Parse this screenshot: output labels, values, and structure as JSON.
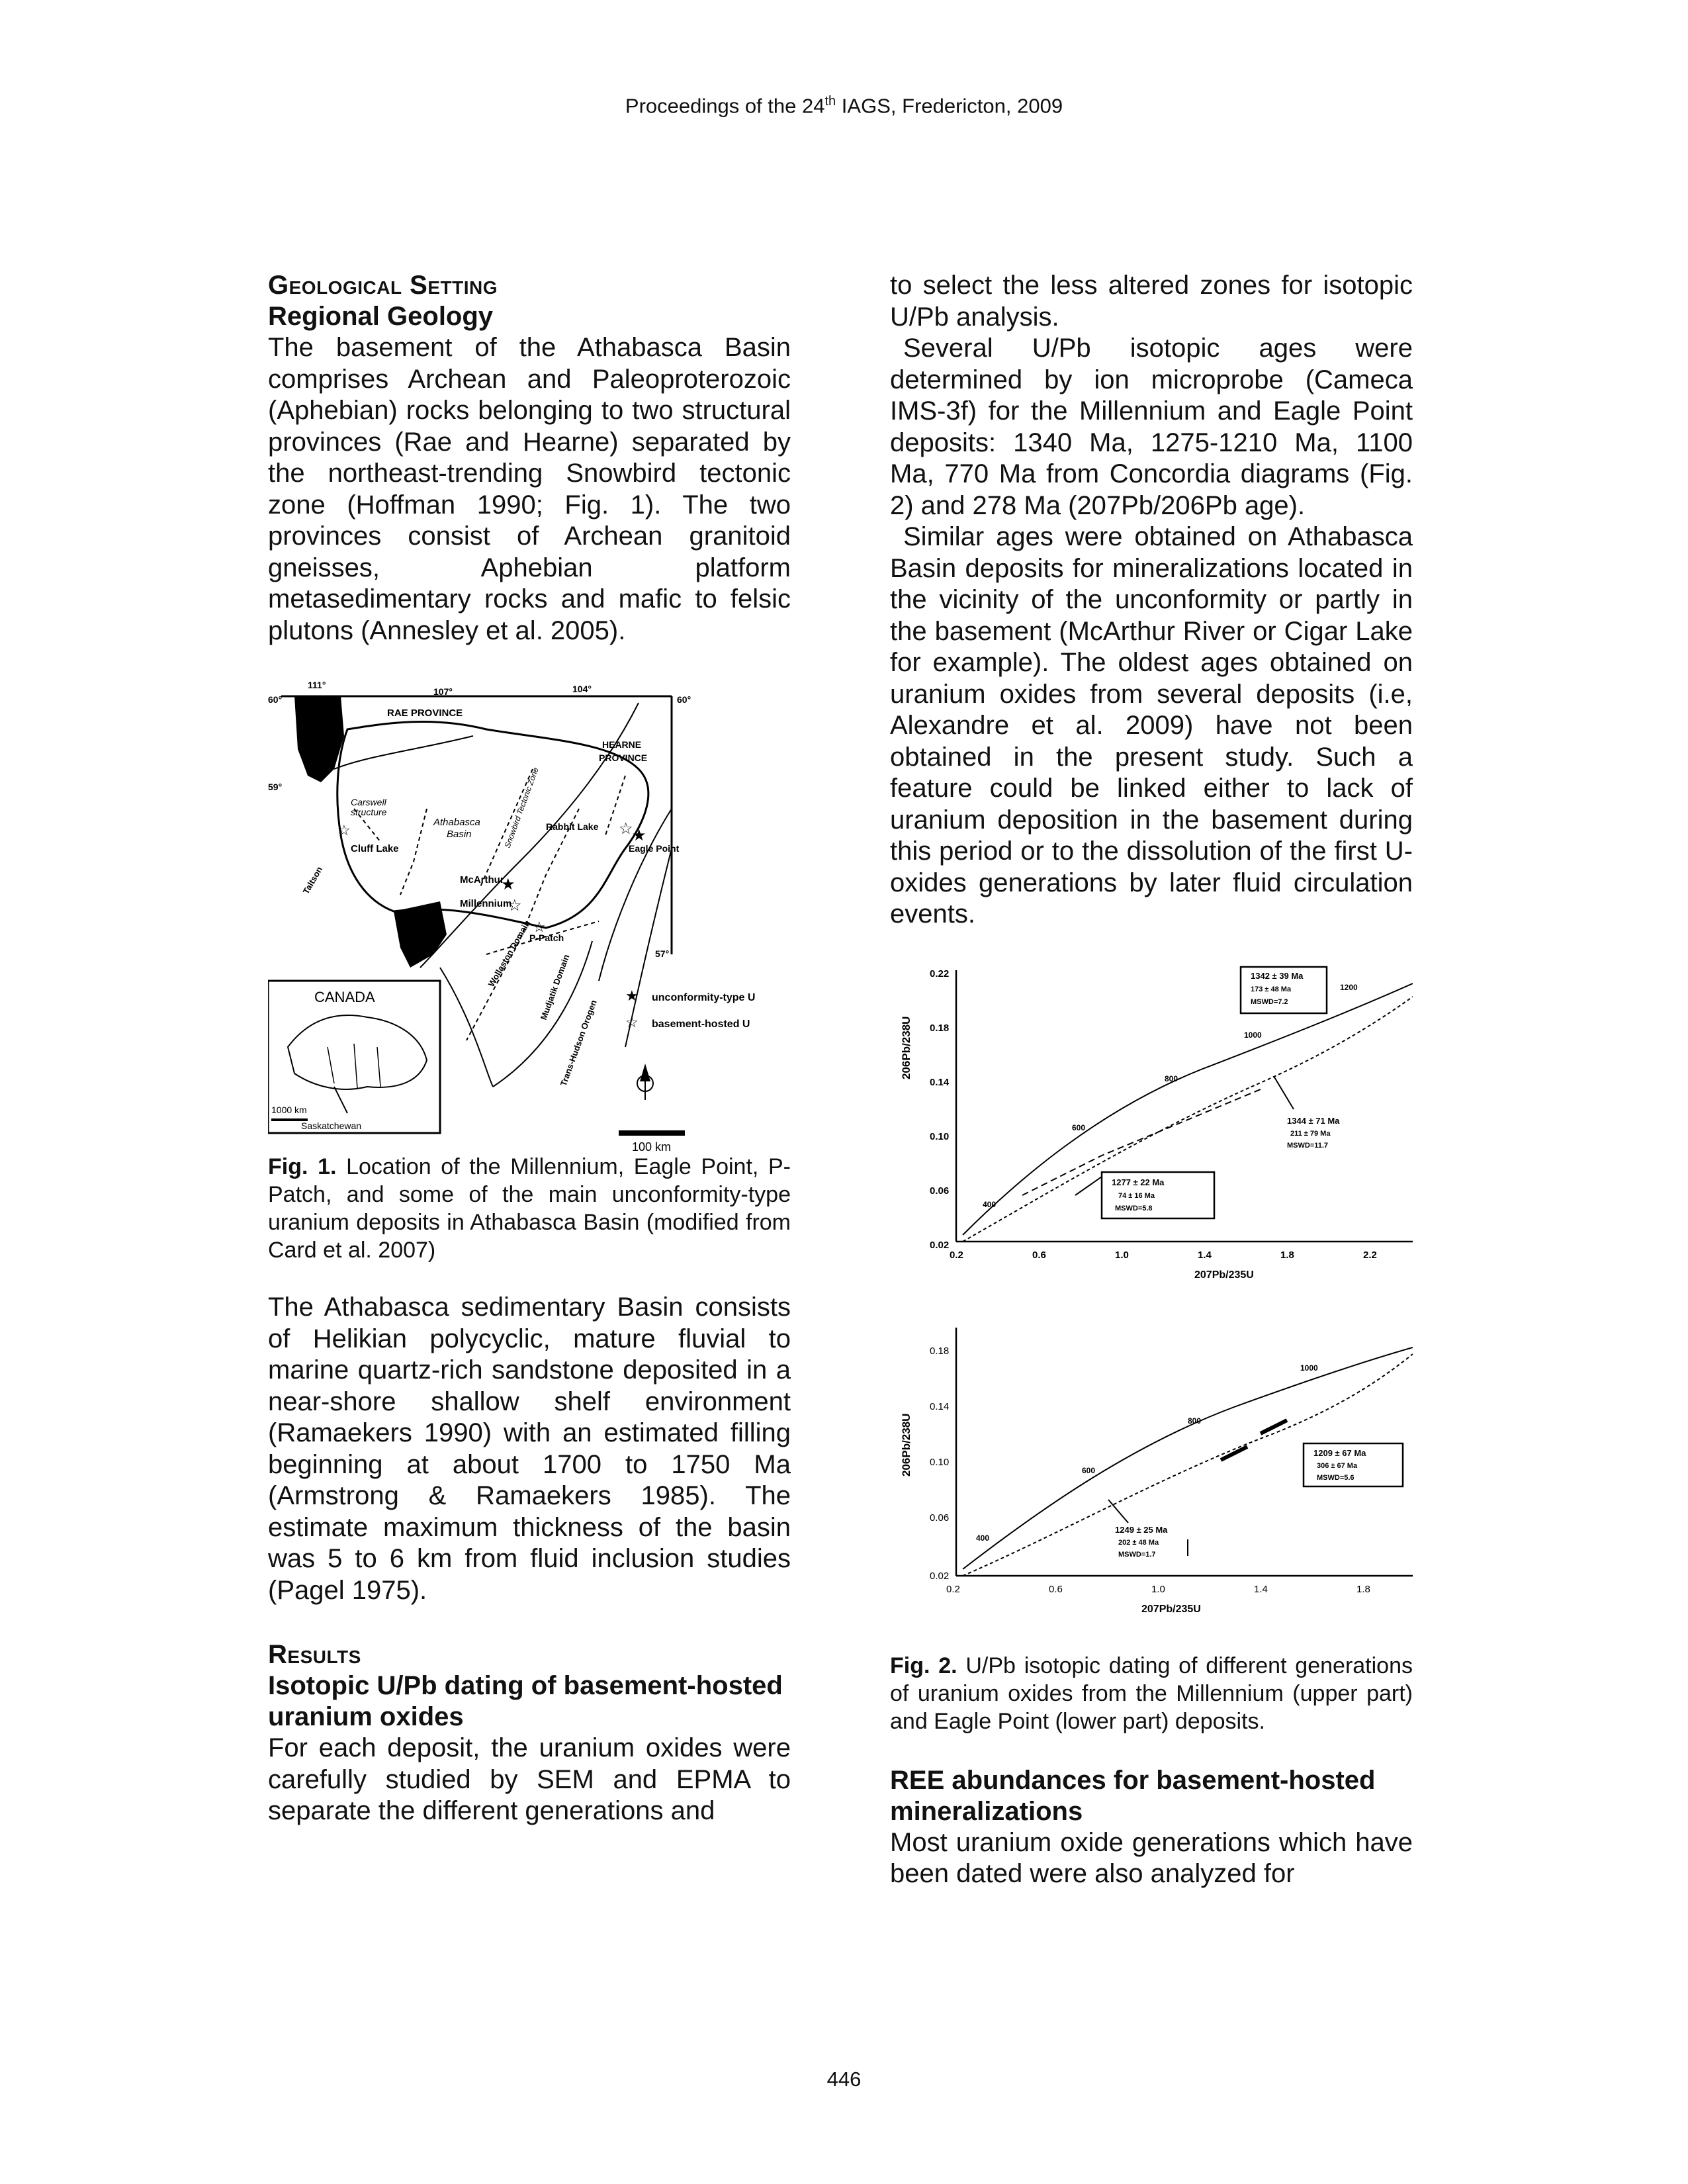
{
  "header": {
    "prefix": "Proceedings of the 24",
    "sup": "th",
    "suffix": " IAGS, Fredericton, 2009"
  },
  "left": {
    "section1": "Geological Setting",
    "subsection1": "Regional Geology",
    "para1": "The basement of the Athabasca Basin comprises Archean and Paleoproterozoic (Aphebian) rocks belonging to two structural provinces (Rae and Hearne) separated by the northeast-trending Snowbird tectonic zone (Hoffman 1990; Fig. 1). The two provinces consist of Archean granitoid gneisses, Aphebian platform metasedimentary rocks and mafic to felsic plutons (Annesley et al. 2005).",
    "fig1": {
      "lon_labels": [
        "111°",
        "107°",
        "104°"
      ],
      "lat_labels": [
        "60°",
        "60°",
        "59°",
        "57°"
      ],
      "labels": {
        "rae": "RAE PROVINCE",
        "hearne1": "HEARNE",
        "hearne2": "PROVINCE",
        "carswell1": "Carswell",
        "carswell2": "structure",
        "athabasca1": "Athabasca",
        "athabasca2": "Basin",
        "cluff": "Cluff Lake",
        "rabbit": "Rabbit Lake",
        "eagle": "Eagle Point",
        "mcarthur": "McArthur",
        "millennium": "Millennium",
        "ppatch": "P-Patch",
        "taltson": "Taltson",
        "wollaston": "Wollaston Domain",
        "mudjatik": "Mudjatik Domain",
        "trans": "Trans-Hudson Orogen",
        "snowbird": "Snowbird Tectonic Zone",
        "canada": "CANADA",
        "inset_scale": "1000 km",
        "saskatchewan": "Saskatchewan",
        "scale": "100 km",
        "legend1": "unconformity-type U",
        "legend2": "basement-hosted U"
      }
    },
    "caption1_label": "Fig. 1.",
    "caption1_text": " Location of the Millennium, Eagle Point, P-Patch, and some of the main unconformity-type uranium deposits in Athabasca Basin (modified from Card et al. 2007)",
    "para2": "The Athabasca sedimentary Basin consists of Helikian polycyclic, mature fluvial to marine quartz-rich sandstone deposited in a near-shore shallow shelf environment (Ramaekers 1990) with an estimated filling beginning at about 1700 to 1750 Ma (Armstrong & Ramaekers 1985). The estimate maximum thickness of the basin was 5 to 6 km from fluid inclusion studies (Pagel 1975).",
    "section2": "Results",
    "subsection2": "Isotopic U/Pb dating of basement-hosted uranium oxides",
    "para3": "For each deposit, the uranium oxides were carefully studied by SEM and EPMA to separate the different generations and"
  },
  "right": {
    "para1": "to select the less altered zones for isotopic U/Pb analysis.",
    "para2": "Several U/Pb isotopic ages were determined by ion microprobe (Cameca IMS-3f) for the Millennium and Eagle Point deposits: 1340 Ma, 1275-1210 Ma, 1100 Ma, 770 Ma from Concordia diagrams (Fig. 2) and 278 Ma (207Pb/206Pb age).",
    "para3": "Similar ages were obtained on Athabasca Basin deposits for mineralizations located in the vicinity of the unconformity or partly in the basement (McArthur River or Cigar Lake for example). The oldest ages obtained on uranium oxides from several deposits (i.e, Alexandre et al. 2009) have not been obtained in the present study. Such a feature could be linked either to lack of uranium deposition in the basement during this period or to the dissolution of the first U-oxides generations by later fluid circulation events.",
    "caption2_label": "Fig. 2.",
    "caption2_text": " U/Pb isotopic dating of different generations of uranium oxides from the Millennium (upper part) and Eagle Point (lower part) deposits.",
    "subsection3": "REE abundances for basement-hosted mineralizations",
    "para4": "Most uranium oxide generations which have been dated were also analyzed for"
  },
  "chart_data": [
    {
      "type": "scatter",
      "title": "",
      "xlabel": "207Pb/235U",
      "ylabel": "206Pb/238U",
      "xlim": [
        0.2,
        2.4
      ],
      "ylim": [
        0.02,
        0.22
      ],
      "xticks": [
        "0.2",
        "0.6",
        "1.0",
        "1.4",
        "1.8",
        "2.2"
      ],
      "yticks": [
        "0.22",
        "0.18",
        "0.14",
        "0.10",
        "0.06",
        "0.02"
      ],
      "concordia_labels": [
        "400",
        "600",
        "800",
        "1000",
        "1200"
      ],
      "boxes": [
        [
          "1342 ± 39 Ma",
          "173 ± 48 Ma",
          "MSWD=7.2"
        ],
        [
          "1344 ± 71 Ma",
          "211 ± 79 Ma",
          "MSWD=11.7"
        ],
        [
          "1277 ± 22 Ma",
          "74 ± 16 Ma",
          "MSWD=5.8"
        ]
      ]
    },
    {
      "type": "scatter",
      "title": "",
      "xlabel": "207Pb/235U",
      "ylabel": "206Pb/238U",
      "xlim": [
        0.2,
        2.0
      ],
      "ylim": [
        0.02,
        0.2
      ],
      "xticks": [
        "0.2",
        "0.6",
        "1.0",
        "1.4",
        "1.8"
      ],
      "yticks": [
        "0.18",
        "0.14",
        "0.10",
        "0.06",
        "0.02"
      ],
      "concordia_labels": [
        "400",
        "600",
        "800",
        "1000"
      ],
      "boxes": [
        [
          "1209 ± 67 Ma",
          "306 ± 67 Ma",
          "MSWD=5.6"
        ],
        [
          "1249 ± 25 Ma",
          "202 ± 48 Ma",
          "MSWD=1.7"
        ]
      ]
    }
  ],
  "page_number": "446"
}
